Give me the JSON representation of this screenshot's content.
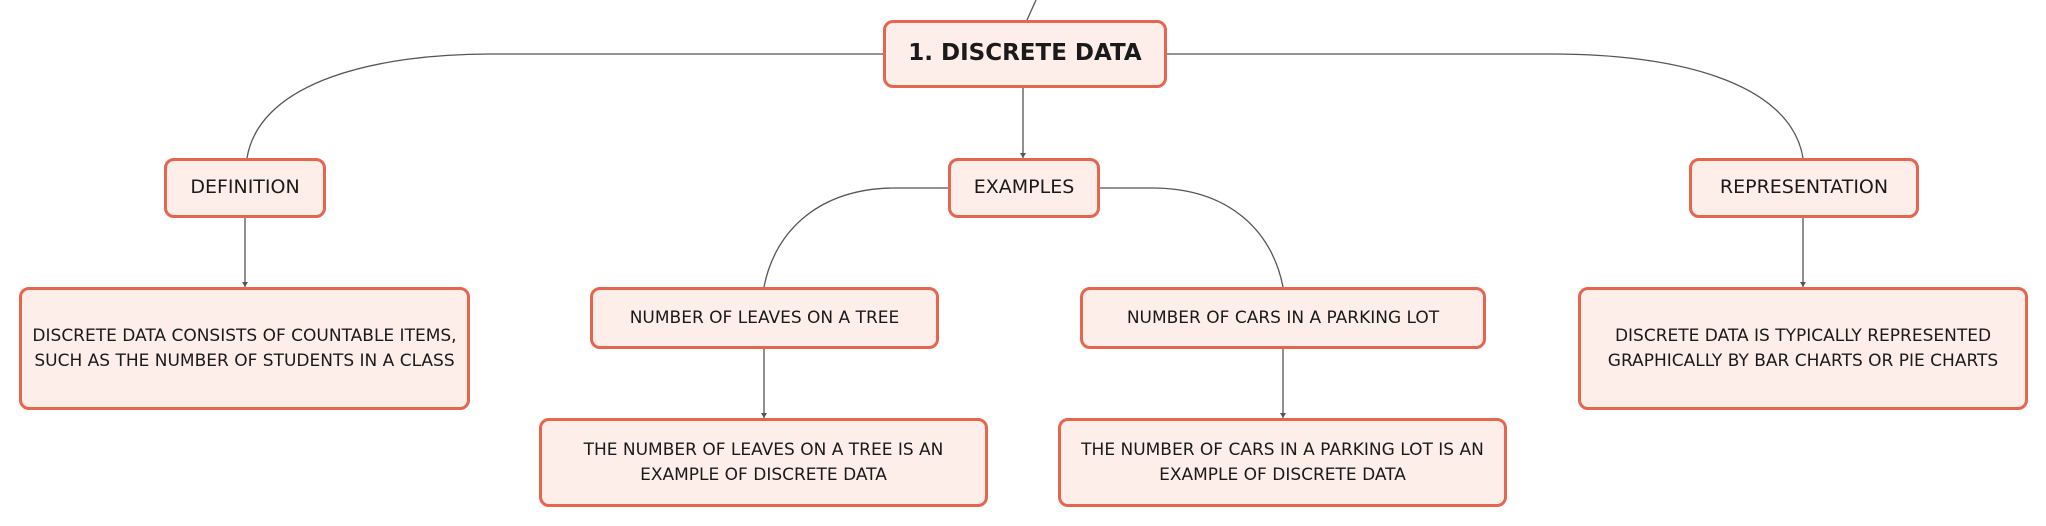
{
  "diagram": {
    "root": "1. DISCRETE DATA",
    "definition": {
      "label": "DEFINITION",
      "detail": "DISCRETE DATA CONSISTS OF COUNTABLE ITEMS, SUCH AS THE NUMBER OF STUDENTS IN A CLASS"
    },
    "examples": {
      "label": "EXAMPLES",
      "items": [
        {
          "label": "NUMBER OF LEAVES ON A TREE",
          "detail": "THE NUMBER OF LEAVES ON A TREE IS AN EXAMPLE OF DISCRETE DATA"
        },
        {
          "label": "NUMBER OF CARS IN A PARKING LOT",
          "detail": "THE NUMBER OF CARS IN A PARKING LOT IS AN EXAMPLE OF DISCRETE DATA"
        }
      ]
    },
    "representation": {
      "label": "REPRESENTATION",
      "detail": "DISCRETE DATA IS TYPICALLY REPRESENTED GRAPHICALLY BY BAR CHARTS OR PIE CHARTS"
    },
    "colors": {
      "node_border": "#e5654e",
      "node_fill": "#fdeeea",
      "connector": "#555555"
    }
  }
}
